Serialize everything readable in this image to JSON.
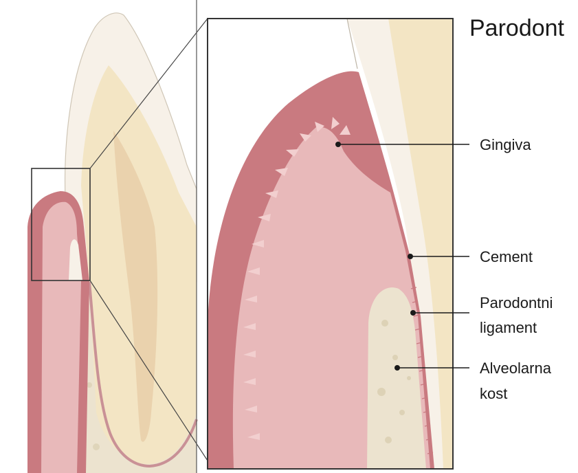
{
  "title": "Parodont",
  "labels": {
    "gingiva": "Gingiva",
    "cement": "Cement",
    "ligament_line1": "Parodontni",
    "ligament_line2": "ligament",
    "bone_line1": "Alveolarna",
    "bone_line2": "kost"
  },
  "colors": {
    "gum_dark": "#c97a80",
    "gum_light": "#e8b9ba",
    "papilla": "#f2cfcf",
    "enamel": "#f7f1e8",
    "dentin": "#f3e5c4",
    "pulp": "#ead2ad",
    "bone": "#ece3cf",
    "bone_speckle": "#ddd2b6",
    "frame": "#333333",
    "background": "#ffffff"
  }
}
